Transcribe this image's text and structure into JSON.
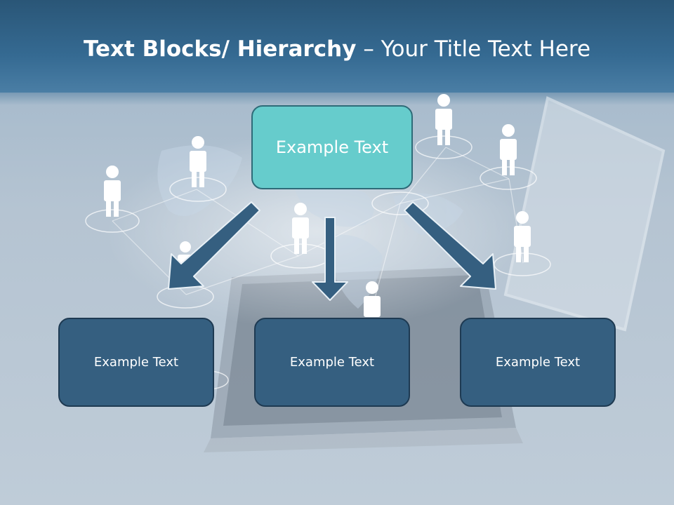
{
  "title": {
    "bold_part": "Text Blocks/ Hierarchy",
    "separator": "–",
    "rest_part": "Your Title Text Here"
  },
  "top_block": {
    "label": "Example Text"
  },
  "child_blocks": [
    {
      "label": "Example Text"
    },
    {
      "label": "Example Text"
    },
    {
      "label": "Example Text"
    }
  ],
  "colors": {
    "top_fill": "#66cccc",
    "child_fill": "#355f80",
    "arrow_fill": "#355f80",
    "title_bar": "#356a92"
  }
}
